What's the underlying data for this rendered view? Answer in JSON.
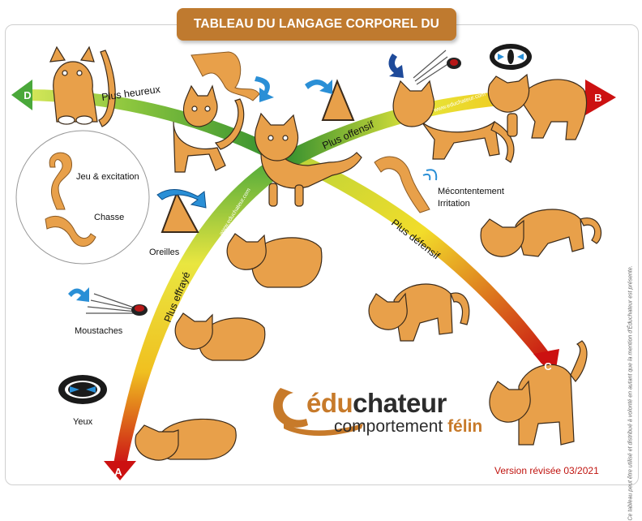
{
  "title": "TABLEAU DU LANGAGE CORPOREL DU CHAT",
  "arrows": {
    "a": {
      "letter": "A",
      "label": "Plus effrayé"
    },
    "b": {
      "letter": "B",
      "label": "Plus offensif"
    },
    "c": {
      "letter": "C",
      "label": "Plus défensif"
    },
    "d": {
      "letter": "D",
      "label": "Plus heureux"
    }
  },
  "watermark": "www.educhateur.com",
  "legend": {
    "tail_play": "Jeu & excitation",
    "tail_hunt": "Chasse",
    "ears": "Oreilles",
    "whiskers": "Moustaches",
    "eyes": "Yeux",
    "irritation_line1": "Mécontentement",
    "irritation_line2": "Irritation"
  },
  "logo": {
    "part1": "édu",
    "part2": "chateur",
    "sub1": "comportement ",
    "sub2": "félin"
  },
  "version": "Version révisée 03/2021",
  "side_note": "Ce tableau peut être utilisé et distribué à volonté en autant que la mention d'Éduchateur est présente.",
  "colors": {
    "title_bg": "#bf7a2f",
    "cat_fur": "#e8a04a",
    "green": "#2e8b2e",
    "yellow": "#f2e830",
    "red": "#c41010",
    "arrow_ends": "#cc1111",
    "accent_blue": "#2a8fd6"
  }
}
